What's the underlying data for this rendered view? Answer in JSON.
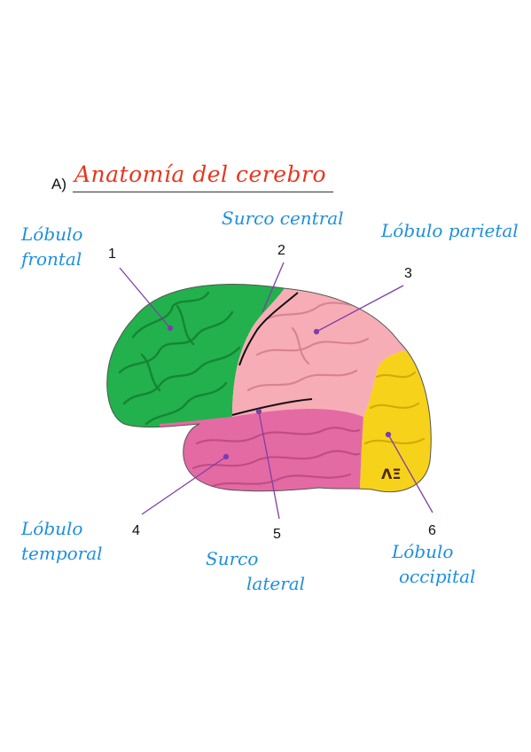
{
  "title": {
    "prefix": "A)",
    "text": "Anatomía del cerebro"
  },
  "labels": {
    "frontal": [
      "Lóbulo",
      "frontal"
    ],
    "central": "Surco central",
    "parietal": "Lóbulo parietal",
    "temporal": [
      "Lóbulo",
      "temporal"
    ],
    "lateral": [
      "Surco",
      "lateral"
    ],
    "occipital": [
      "Lóbulo",
      "occipital"
    ]
  },
  "numbers": [
    "1",
    "2",
    "3",
    "4",
    "5",
    "6"
  ],
  "logo_text": "ΛΞ",
  "colors": {
    "frontal": "#22b14c",
    "parietal": "#f7adb6",
    "temporal": "#e46aa4",
    "occipital": "#f7d21a",
    "title": "#e8361e",
    "handwriting": "#1e8fe0",
    "leader": "#7d3fa8"
  }
}
